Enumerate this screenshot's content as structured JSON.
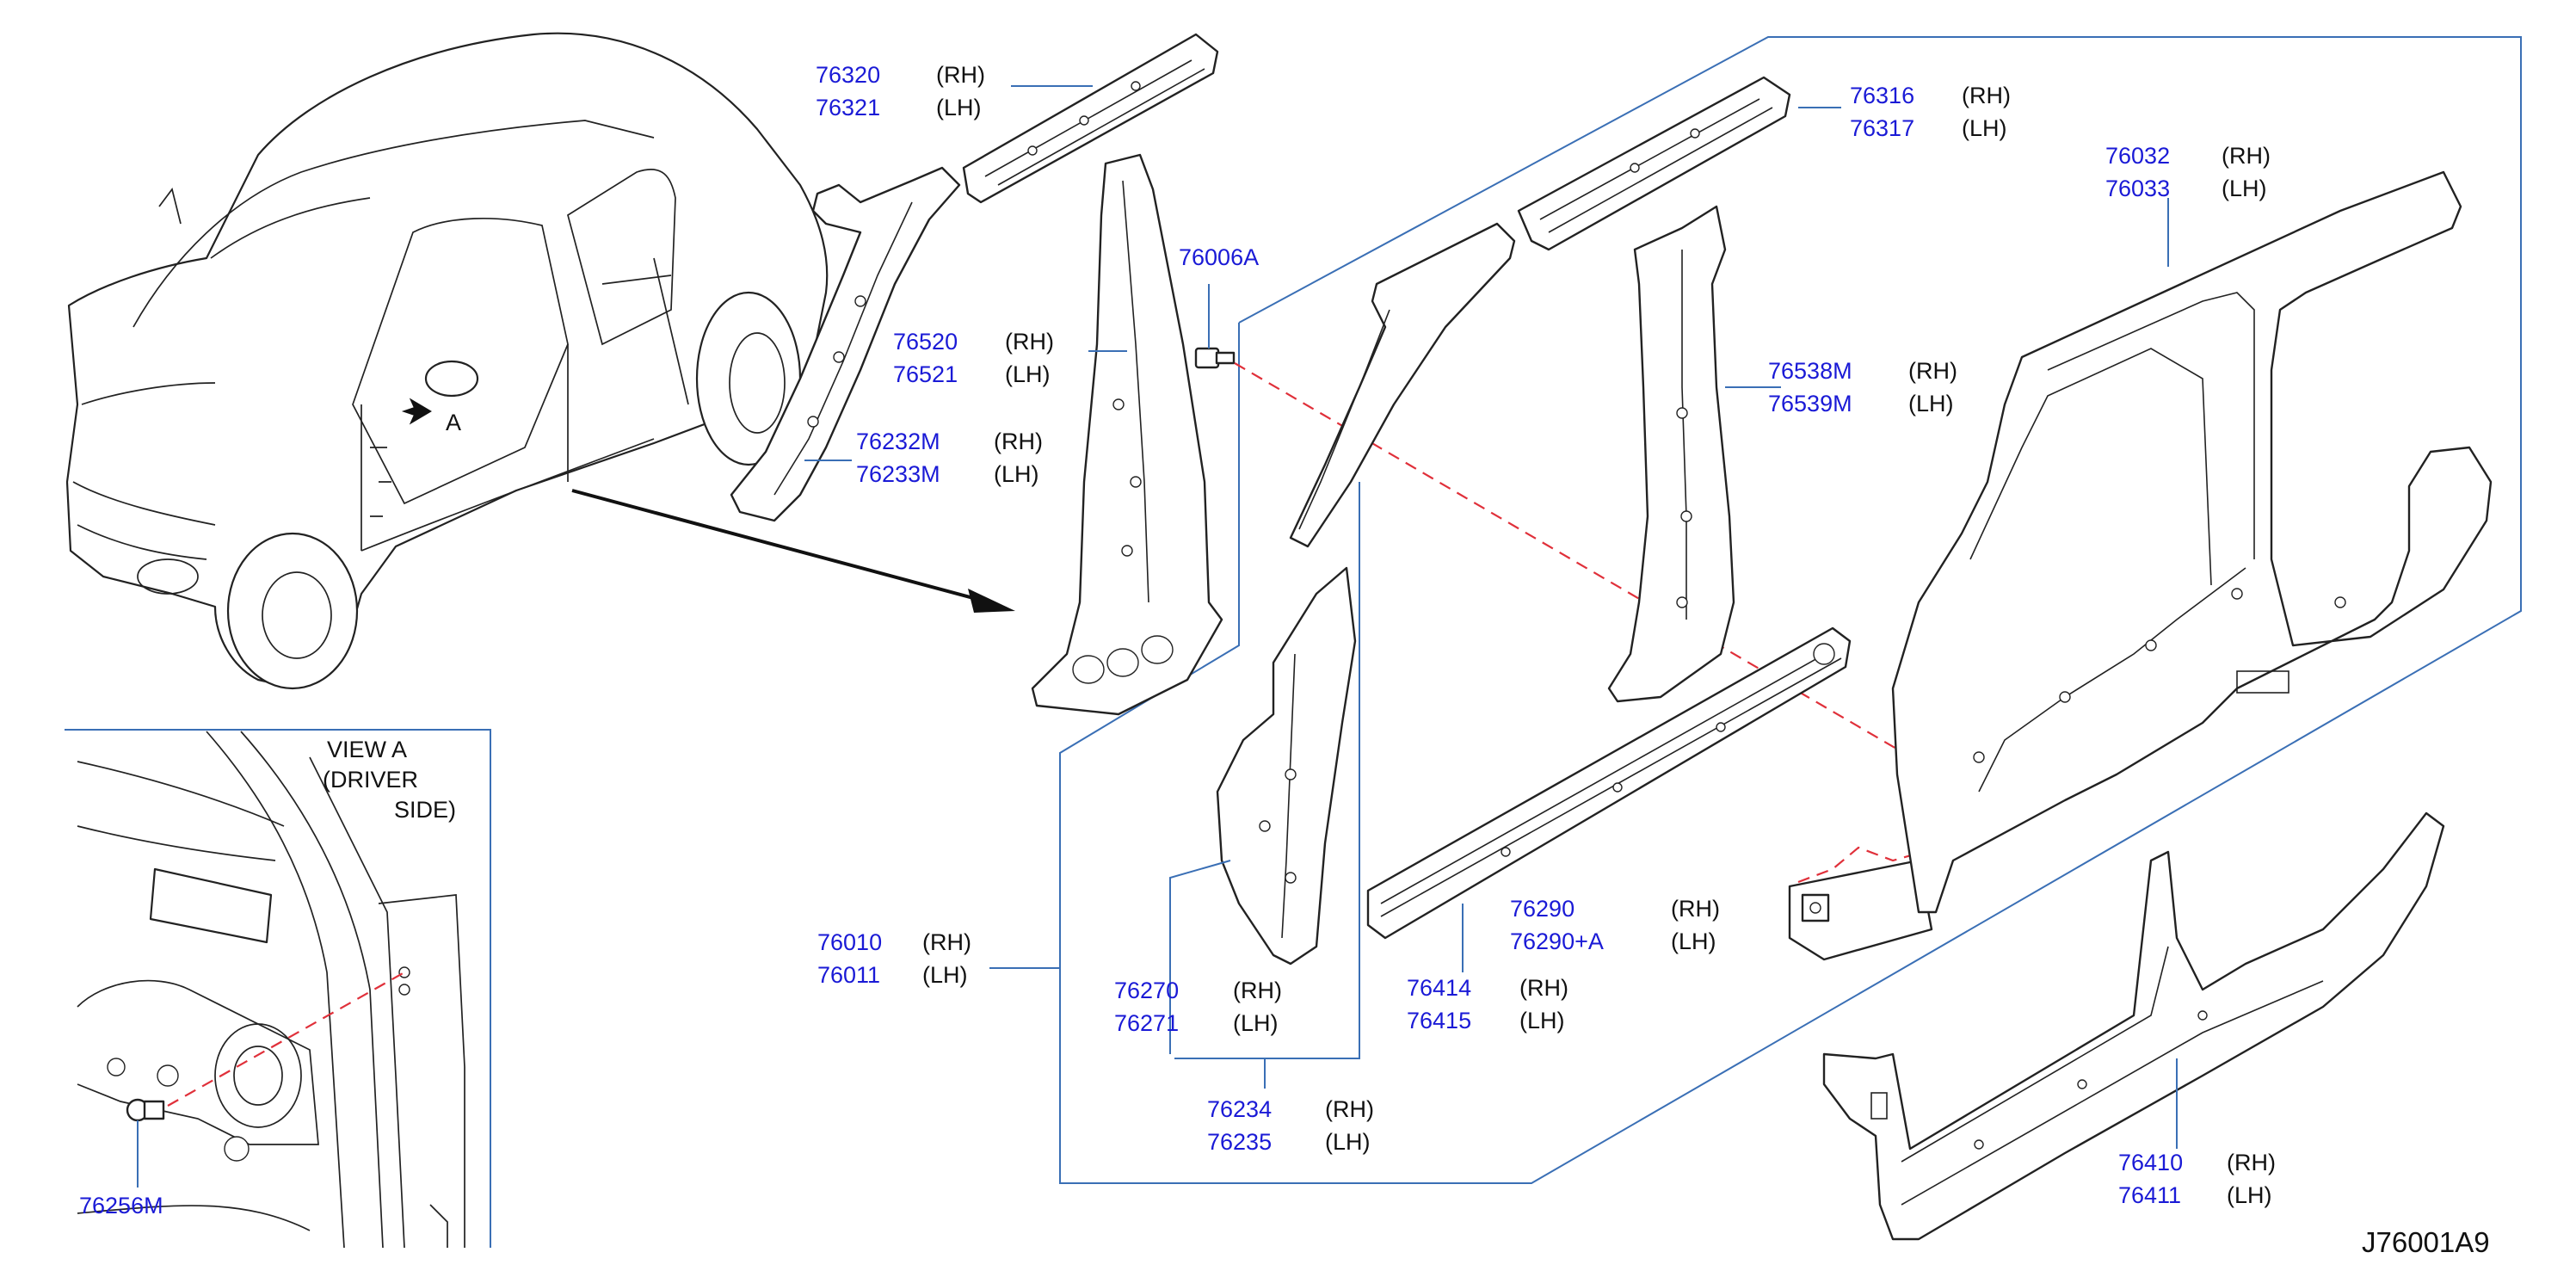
{
  "diagram_id": "J76001A9",
  "view_label": {
    "line1": "VIEW   A",
    "line2": "(DRIVER",
    "line3": "SIDE)"
  },
  "arrow_label": "A",
  "parts": [
    {
      "key": "p76320",
      "rh": "76320",
      "lh": "76321",
      "rh_side": "(RH)",
      "lh_side": "(LH)"
    },
    {
      "key": "p76316",
      "rh": "76316",
      "lh": "76317",
      "rh_side": "(RH)",
      "lh_side": "(LH)"
    },
    {
      "key": "p76032",
      "rh": "76032",
      "lh": "76033",
      "rh_side": "(RH)",
      "lh_side": "(LH)"
    },
    {
      "key": "p76520",
      "rh": "76520",
      "lh": "76521",
      "rh_side": "(RH)",
      "lh_side": "(LH)"
    },
    {
      "key": "p76232",
      "rh": "76232M",
      "lh": "76233M",
      "rh_side": "(RH)",
      "lh_side": "(LH)"
    },
    {
      "key": "p76538",
      "rh": "76538M",
      "lh": "76539M",
      "rh_side": "(RH)",
      "lh_side": "(LH)"
    },
    {
      "key": "p76010",
      "rh": "76010",
      "lh": "76011",
      "rh_side": "(RH)",
      "lh_side": "(LH)"
    },
    {
      "key": "p76290",
      "rh": "76290",
      "lh": "76290+A",
      "rh_side": "(RH)",
      "lh_side": "(LH)"
    },
    {
      "key": "p76270",
      "rh": "76270",
      "lh": "76271",
      "rh_side": "(RH)",
      "lh_side": "(LH)"
    },
    {
      "key": "p76414",
      "rh": "76414",
      "lh": "76415",
      "rh_side": "(RH)",
      "lh_side": "(LH)"
    },
    {
      "key": "p76234",
      "rh": "76234",
      "lh": "76235",
      "rh_side": "(RH)",
      "lh_side": "(LH)"
    },
    {
      "key": "p76410",
      "rh": "76410",
      "lh": "76411",
      "rh_side": "(RH)",
      "lh_side": "(LH)"
    }
  ],
  "single_parts": {
    "bolt": "76006A",
    "clip": "76256M"
  },
  "colors": {
    "part_number": "#1a1ad6",
    "frame": "#3a6fb5",
    "dashed": "#e0303a",
    "line": "#222222"
  }
}
